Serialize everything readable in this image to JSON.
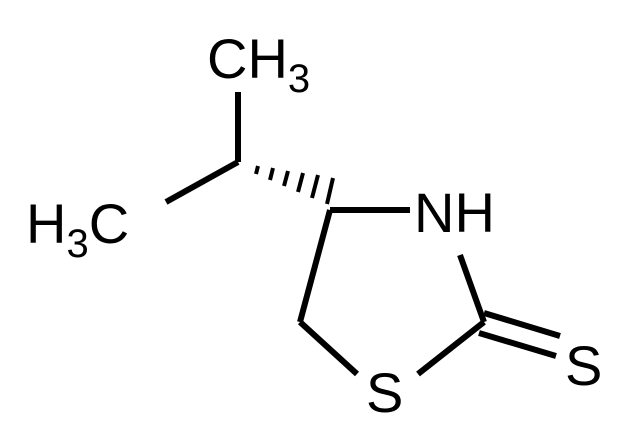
{
  "molecule": {
    "labels": {
      "ch3_top": {
        "element": "CH",
        "subscript": "3"
      },
      "h3c_left": {
        "prefix": "H",
        "subscript": "3",
        "element": "C"
      },
      "nh": "NH",
      "s_ring": "S",
      "s_thione": "S"
    },
    "colors": {
      "ink": "#000000",
      "background": "#ffffff"
    }
  }
}
